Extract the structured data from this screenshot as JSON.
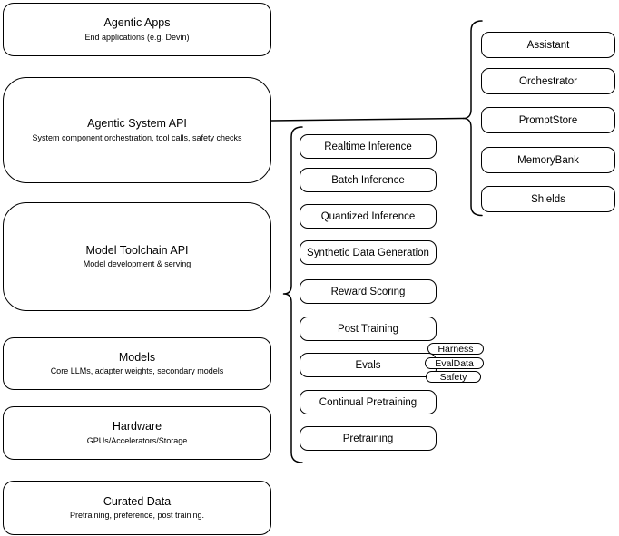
{
  "diagram": {
    "left_stack": {
      "items": [
        {
          "title": "Agentic Apps",
          "subtitle": "End applications (e.g. Devin)"
        },
        {
          "title": "Agentic System API",
          "subtitle": "System component orchestration, tool calls, safety checks"
        },
        {
          "title": "Model Toolchain API",
          "subtitle": "Model development & serving"
        },
        {
          "title": "Models",
          "subtitle": "Core LLMs, adapter weights, secondary models"
        },
        {
          "title": "Hardware",
          "subtitle": "GPUs/Accelerators/Storage"
        },
        {
          "title": "Curated Data",
          "subtitle": "Pretraining, preference, post training."
        }
      ]
    },
    "toolchain": {
      "items": [
        "Realtime Inference",
        "Batch Inference",
        "Quantized Inference",
        "Synthetic Data Generation",
        "Reward Scoring",
        "Post Training",
        "Evals",
        "Continual Pretraining",
        "Pretraining"
      ]
    },
    "evals_pills": {
      "items": [
        "Harness",
        "EvalData",
        "Safety"
      ]
    },
    "system_components": {
      "items": [
        "Assistant",
        "Orchestrator",
        "PromptStore",
        "MemoryBank",
        "Shields"
      ]
    },
    "colors": {
      "background": "#ffffff",
      "stroke": "#000000",
      "text": "#000000"
    }
  }
}
